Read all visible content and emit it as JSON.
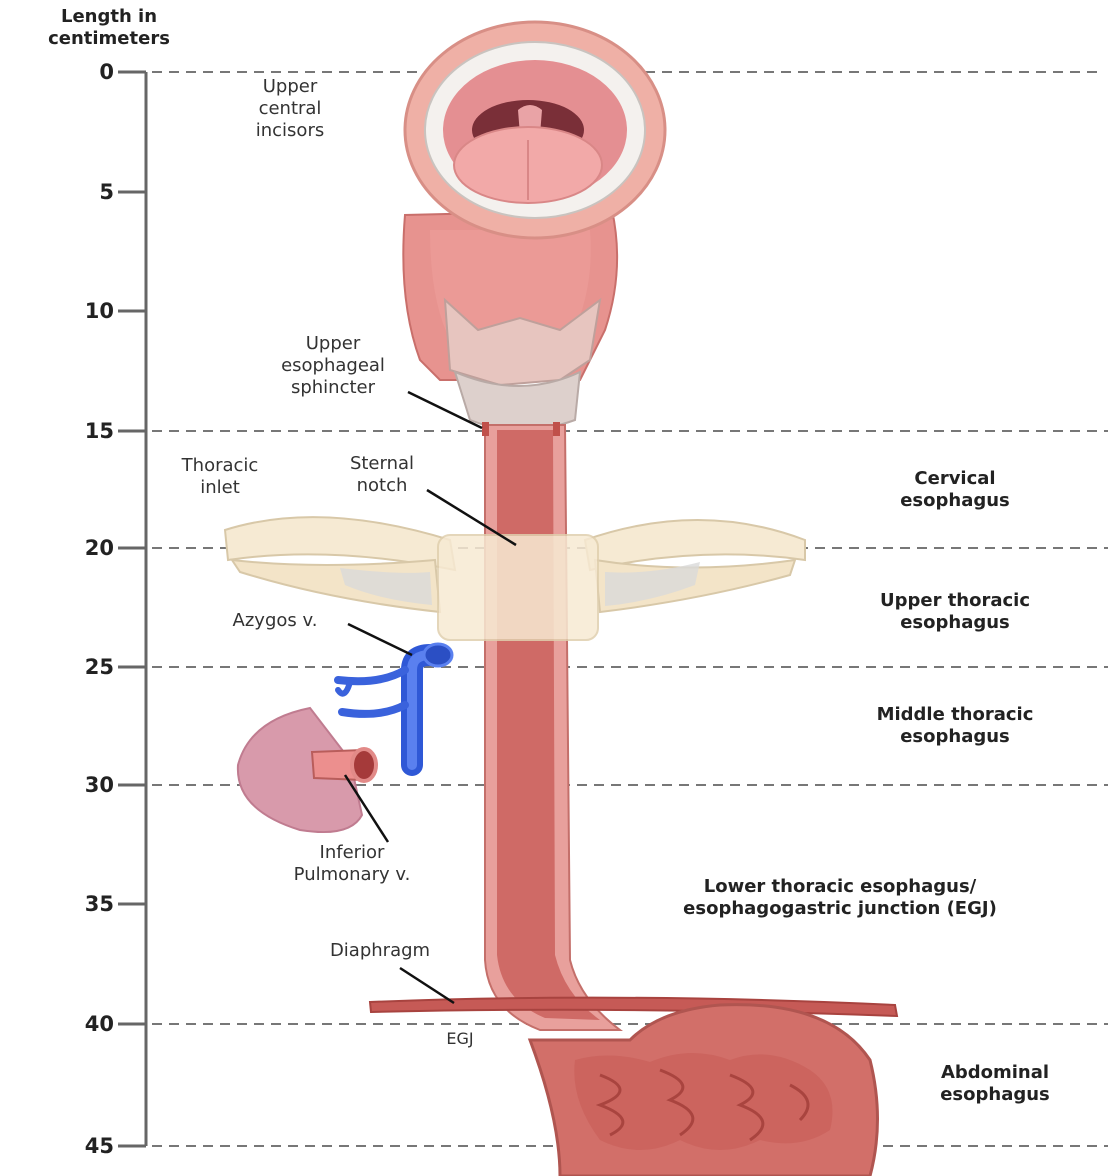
{
  "axis": {
    "title_line1": "Length in",
    "title_line2": "centimeters",
    "ticks": [
      "0",
      "5",
      "10",
      "15",
      "20",
      "25",
      "30",
      "35",
      "40",
      "45"
    ]
  },
  "anatomy_labels": {
    "upper_central_incisors": [
      "Upper",
      "central",
      "incisors"
    ],
    "upper_esophageal_sphincter": [
      "Upper",
      "esophageal",
      "sphincter"
    ],
    "thoracic_inlet": [
      "Thoracic",
      "inlet"
    ],
    "sternal_notch": [
      "Sternal",
      "notch"
    ],
    "azygos": "Azygos v.",
    "inferior_pulmonary": [
      "Inferior",
      "Pulmonary v."
    ],
    "diaphragm": "Diaphragm",
    "egj": "EGJ"
  },
  "segments": {
    "cervical": [
      "Cervical",
      "esophagus"
    ],
    "upper_thoracic": [
      "Upper thoracic",
      "esophagus"
    ],
    "middle_thoracic": [
      "Middle thoracic",
      "esophagus"
    ],
    "lower_thoracic": [
      "Lower thoracic esophagus/",
      "esophagogastric junction (EGJ)"
    ],
    "abdominal": [
      "Abdominal",
      "esophagus"
    ]
  },
  "colors": {
    "esophagus": "#e08a86",
    "esophagus_lumen": "#c95c5a",
    "vein_blue": "#3b63d8",
    "bone": "#f5e7cc",
    "cartilage": "#e9c9c3",
    "lung": "#d996a8",
    "stomach": "#d9746e",
    "dash": "#777777"
  }
}
